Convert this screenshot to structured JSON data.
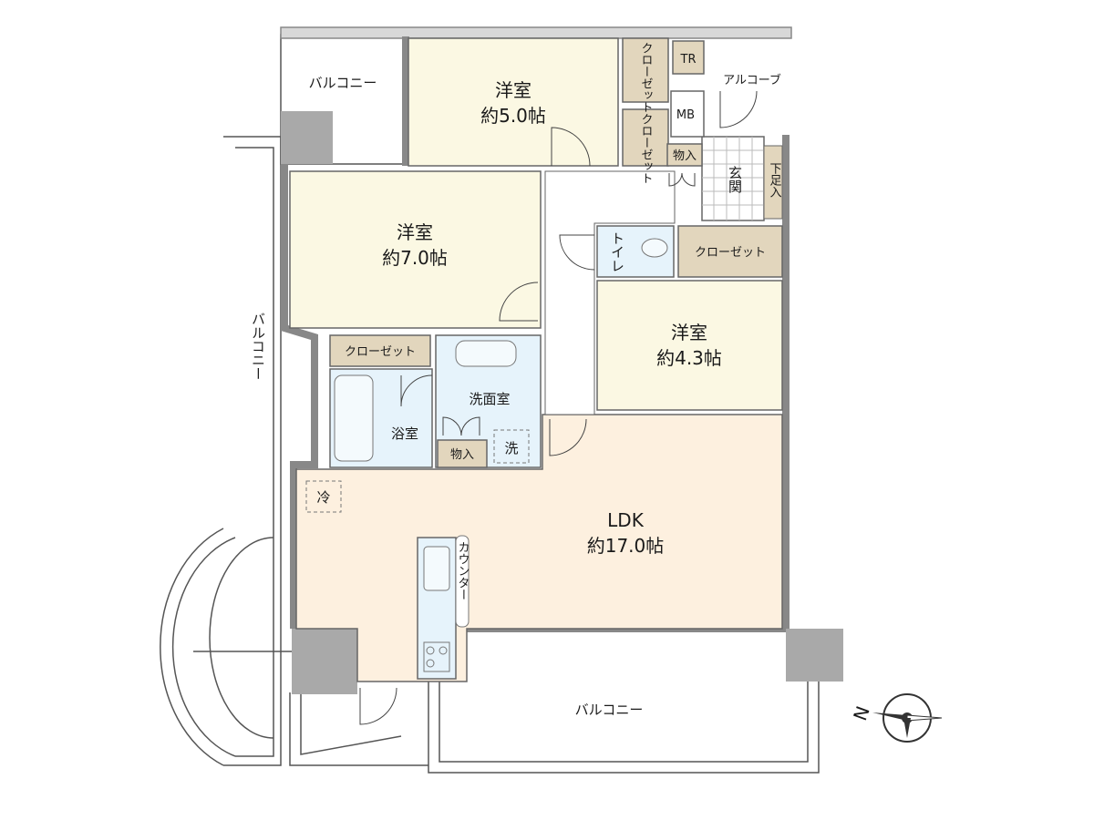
{
  "rooms": {
    "western_5": {
      "name": "洋室",
      "size": "約5.0帖"
    },
    "western_7": {
      "name": "洋室",
      "size": "約7.0帖"
    },
    "western_43": {
      "name": "洋室",
      "size": "約4.3帖"
    },
    "ldk": {
      "name": "LDK",
      "size": "約17.0帖"
    },
    "bath": "浴室",
    "washroom": "洗面室",
    "toilet": "トイレ",
    "entrance": "玄関",
    "shoe_storage": "下足入",
    "alcove": "アルコーブ",
    "tr": "TR",
    "mb": "MB",
    "closet_a": "クローゼット",
    "closet_b": "クローゼット",
    "closet_small_1": "クローゼット",
    "closet_small_2": "クローゼット",
    "storage_1": "物入",
    "storage_2": "物入",
    "counter": "カウンター",
    "fridge": "冷",
    "washer": "洗"
  },
  "balconies": {
    "top": "バルコニー",
    "left": "バルコニー",
    "bottom": "バルコニー"
  },
  "compass": {
    "label": "N",
    "icon": "compass-icon"
  },
  "colors": {
    "western": "#fbf8e3",
    "ldk": "#fdf0df",
    "wet": "#e6f3fb",
    "closet": "#e2d6bd",
    "wall": "#8c8c8c",
    "pillar": "#a9a9a9"
  }
}
